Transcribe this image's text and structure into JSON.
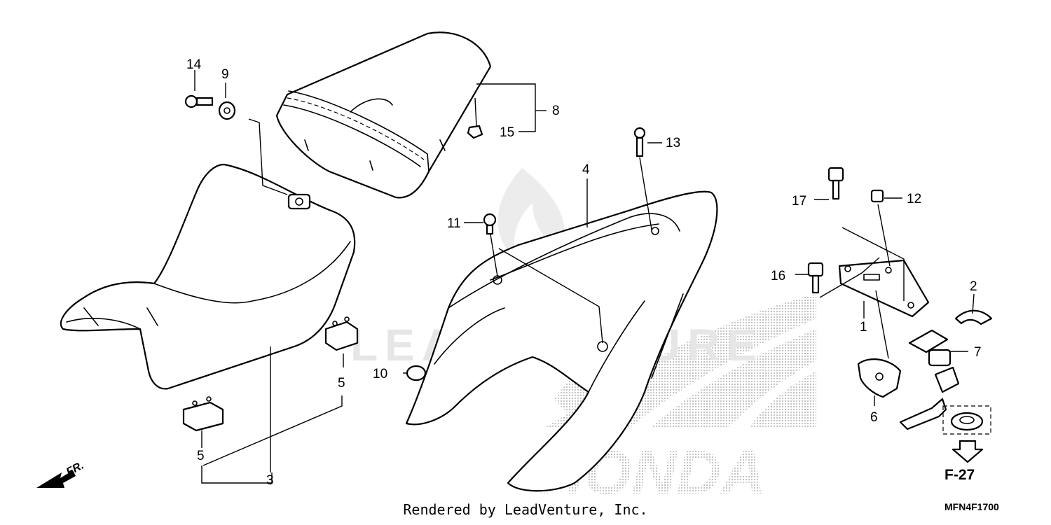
{
  "diagram": {
    "callouts": [
      {
        "id": "14",
        "label": "14"
      },
      {
        "id": "9",
        "label": "9"
      },
      {
        "id": "8",
        "label": "8"
      },
      {
        "id": "15",
        "label": "15"
      },
      {
        "id": "13",
        "label": "13"
      },
      {
        "id": "4",
        "label": "4"
      },
      {
        "id": "11",
        "label": "11"
      },
      {
        "id": "17",
        "label": "17"
      },
      {
        "id": "12",
        "label": "12"
      },
      {
        "id": "16",
        "label": "16"
      },
      {
        "id": "2",
        "label": "2"
      },
      {
        "id": "1",
        "label": "1"
      },
      {
        "id": "7",
        "label": "7"
      },
      {
        "id": "6",
        "label": "6"
      },
      {
        "id": "10",
        "label": "10"
      },
      {
        "id": "5a",
        "label": "5"
      },
      {
        "id": "5b",
        "label": "5"
      },
      {
        "id": "3",
        "label": "3"
      }
    ],
    "reference": "F-27",
    "direction_label": "FR.",
    "watermark": "LEADVENTURE",
    "brand_logo": "HONDA",
    "diagram_code": "MFN4F1700"
  },
  "footer": {
    "rendered_by": "Rendered by LeadVenture, Inc."
  }
}
